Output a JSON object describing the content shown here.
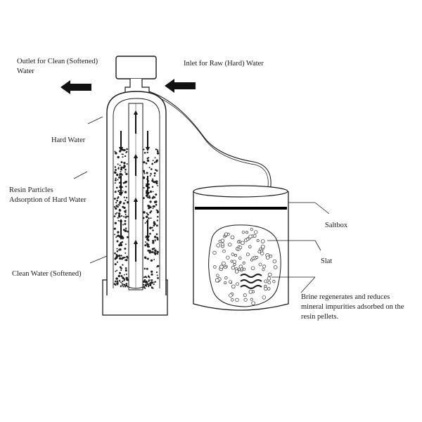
{
  "labels": {
    "outlet_line1": "Outlet for Clean (Softened)",
    "outlet_line2": "Water",
    "inlet": "Inlet for Raw (Hard) Water",
    "hard_water": "Hard Water",
    "resin_line1": "Resin Particles",
    "resin_line2": "Adsorption of Hard Water",
    "clean_water": "Clean Water (Softened)",
    "saltbox": "Saltbox",
    "slat": "Slat",
    "brine_line1": "Brine regenerates and reduces",
    "brine_line2": "mineral impurities adsorbed on the",
    "brine_line3": "resin pellets."
  },
  "colors": {
    "ink": "#1a1a1a",
    "background": "#ffffff"
  },
  "icons": {
    "outlet_arrow": "arrow-left-icon",
    "inlet_arrow": "arrow-left-icon",
    "flow_down": "arrow-down-icon",
    "flow_up": "arrow-up-icon"
  }
}
